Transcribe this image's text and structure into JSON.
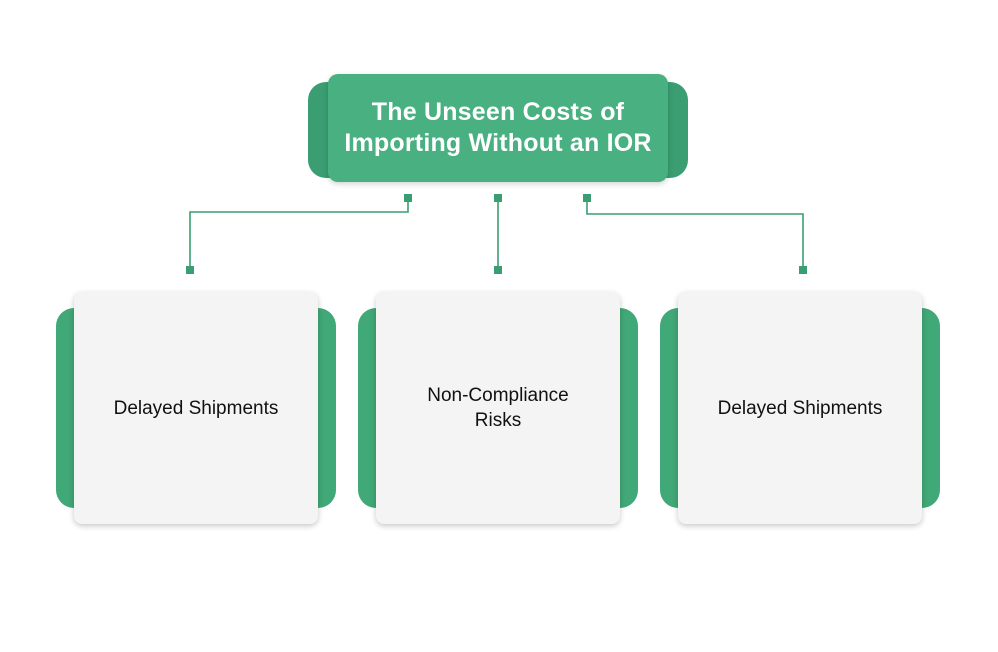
{
  "title": {
    "line1": "The Unseen Costs of",
    "line2": "Importing Without an IOR"
  },
  "cards": [
    {
      "label": "Delayed Shipments"
    },
    {
      "label": "Non-Compliance Risks"
    },
    {
      "label": "Delayed Shipments"
    }
  ],
  "colors": {
    "accent": "#49b081",
    "accent_dark": "#3a9e72",
    "connector": "#3a9e72",
    "card_bg": "#f4f4f4",
    "text_dark": "#111111",
    "text_light": "#ffffff"
  }
}
